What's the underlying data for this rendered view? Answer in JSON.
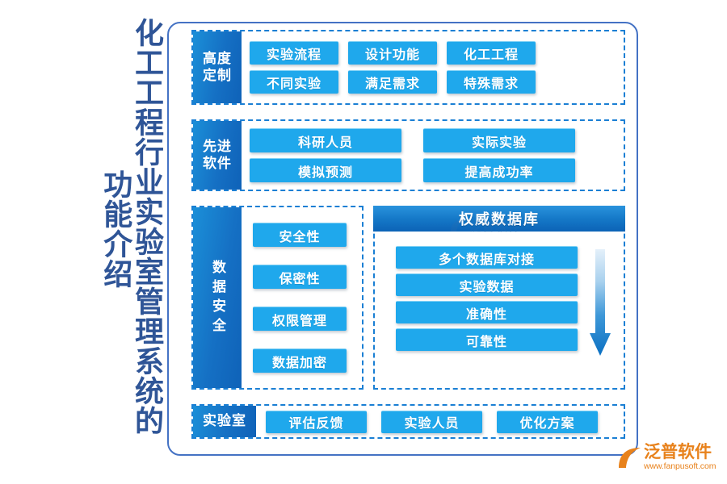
{
  "title": {
    "column_1": "化工工程行业实验室管理系统的",
    "column_2": "功能介绍"
  },
  "colors": {
    "frame_border": "#4472c4",
    "section_dashed_border": "#1a7fd4",
    "label_blue_dark": "#0f62b8",
    "label_blue_light": "#1b8fd8",
    "chip_blue": "#1fa8ec",
    "title_text": "#2f5597",
    "logo_orange": "#e8821c",
    "arrow_gradient_top": "#dceaf7",
    "arrow_gradient_bottom": "#0d72c4"
  },
  "sections": {
    "custom": {
      "label": "高度\n定制",
      "label_line1": "高度",
      "label_line2": "定制",
      "rows": [
        [
          "实验流程",
          "设计功能",
          "化工工程"
        ],
        [
          "不同实验",
          "满足需求",
          "特殊需求"
        ]
      ]
    },
    "software": {
      "label_line1": "先进",
      "label_line2": "软件",
      "rows": [
        [
          "科研人员",
          "实际实验"
        ],
        [
          "模拟预测",
          "提高成功率"
        ]
      ]
    },
    "security": {
      "label": "数据安全",
      "items": [
        "安全性",
        "保密性",
        "权限管理",
        "数据加密"
      ]
    },
    "database": {
      "header": "权威数据库",
      "items": [
        "多个数据库对接",
        "实验数据",
        "准确性",
        "可靠性"
      ],
      "arrow_icon": "down-arrow-icon"
    },
    "lab": {
      "label": "实验室",
      "items": [
        "评估反馈",
        "实验人员",
        "优化方案"
      ]
    }
  },
  "watermark": {
    "text": "泛普软件"
  },
  "logo": {
    "mark": "fanpu-swoosh-icon",
    "name": "泛普软件",
    "url": "www.fanpusoft.com"
  }
}
